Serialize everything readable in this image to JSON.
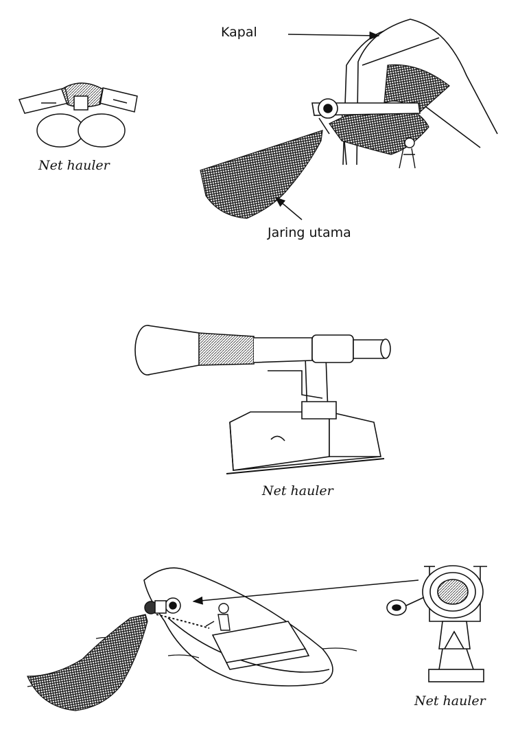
{
  "labels": {
    "kapal": "Kapal",
    "jaring_utama": "Jaring utama"
  },
  "captions": {
    "top_left": "Net hauler",
    "middle": "Net hauler",
    "bottom_right": "Net hauler"
  },
  "colors": {
    "ink": "#111111",
    "net_fill": "#2a2a2a",
    "background": "#ffffff"
  }
}
